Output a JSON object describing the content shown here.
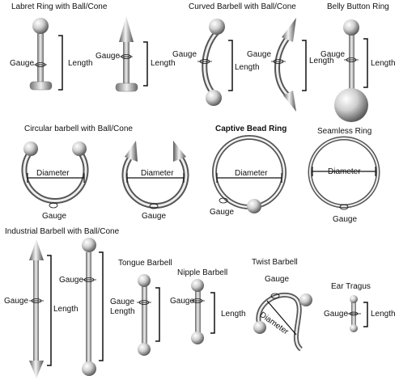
{
  "titles": {
    "labret": "Labret Ring with Ball/Cone",
    "curved": "Curved  Barbell with Ball/Cone",
    "belly": "Belly Button Ring",
    "circular": "Circular barbell with Ball/Cone",
    "captive": "Captive Bead Ring",
    "seamless": "Seamless Ring",
    "industrial": "Industrial Barbell with Ball/Cone",
    "tongue": "Tongue Barbell",
    "nipple": "Nipple Barbell",
    "twist": "Twist Barbell",
    "tragus": "Ear Tragus"
  },
  "labels": {
    "gauge": "Gauge",
    "length": "Length",
    "diameter": "Diameter"
  },
  "colors": {
    "metal_dark": "#5a5a5a",
    "metal_light": "#f2f2f2",
    "line": "#111111"
  }
}
